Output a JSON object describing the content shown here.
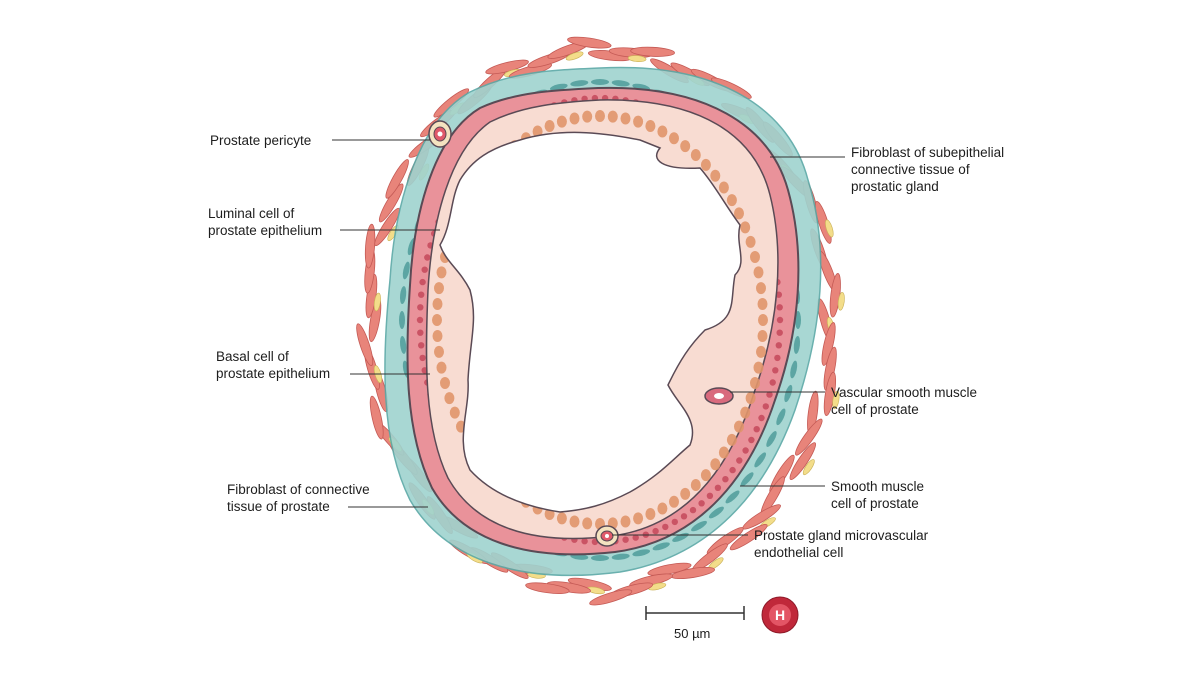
{
  "labels": {
    "pericyte": "Prostate pericyte",
    "luminal": "Luminal cell of\nprostate epithelium",
    "basal": "Basal cell of\nprostate epithelium",
    "fibroblast_ct": "Fibroblast of connective\ntissue of prostate",
    "fibroblast_sub": "Fibroblast of subepithelial\nconnective tissue of\nprostatic gland",
    "vascular_smc": "Vascular smooth muscle\ncell of prostate",
    "smc": "Smooth muscle\ncell of prostate",
    "endothelial": "Prostate gland microvascular\nendothelial cell"
  },
  "scale_bar": {
    "label": "50 µm"
  },
  "logo": {
    "letter": "H",
    "color": "#c0283a"
  },
  "colors": {
    "muscle": "#e8847a",
    "stroma": "#7fc4c2",
    "basal": "#e0707c",
    "luminal": "#f8dcd2",
    "nucleus": "#e0956a",
    "outline": "#5a4a55"
  }
}
